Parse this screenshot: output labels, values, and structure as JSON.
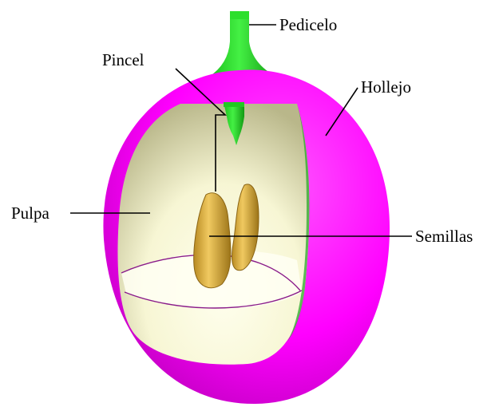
{
  "labels": {
    "pedicelo": "Pedicelo",
    "pincel": "Pincel",
    "hollejo": "Hollejo",
    "pulpa": "Pulpa",
    "semillas": "Semillas"
  },
  "colors": {
    "hollejo": "#ff00ff",
    "hollejo_shadow": "#c400c4",
    "pedicelo": "#33ee33",
    "pedicelo_dark": "#119911",
    "pulpa": "#fdfde6",
    "pulpa_shadow": "#c8c69a",
    "semilla": "#e2b447",
    "semilla_dark": "#9c7418"
  }
}
